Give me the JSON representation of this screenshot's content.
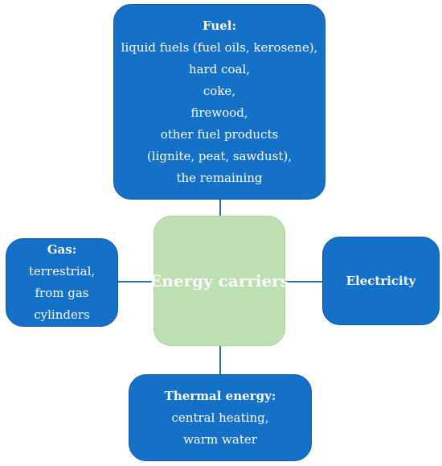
{
  "diagram": {
    "center": {
      "label": "Energy carriers"
    },
    "fuel": {
      "title": "Fuel:",
      "lines": [
        "liquid fuels (fuel oils, kerosene),",
        "hard coal,",
        "coke,",
        "firewood,",
        "other fuel products",
        "(lignite, peat, sawdust),",
        "the remaining"
      ]
    },
    "gas": {
      "title": "Gas:",
      "lines": [
        "terrestrial,",
        "from gas",
        "cylinders"
      ]
    },
    "electricity": {
      "title": "Electricity"
    },
    "thermal": {
      "title": "Thermal energy:",
      "lines": [
        "central heating,",
        "warm water"
      ]
    },
    "colors": {
      "node_fill": "#1570c8",
      "center_fill": "#bde0b2",
      "connector": "#2f6fb8",
      "text": "#ffffff"
    }
  }
}
